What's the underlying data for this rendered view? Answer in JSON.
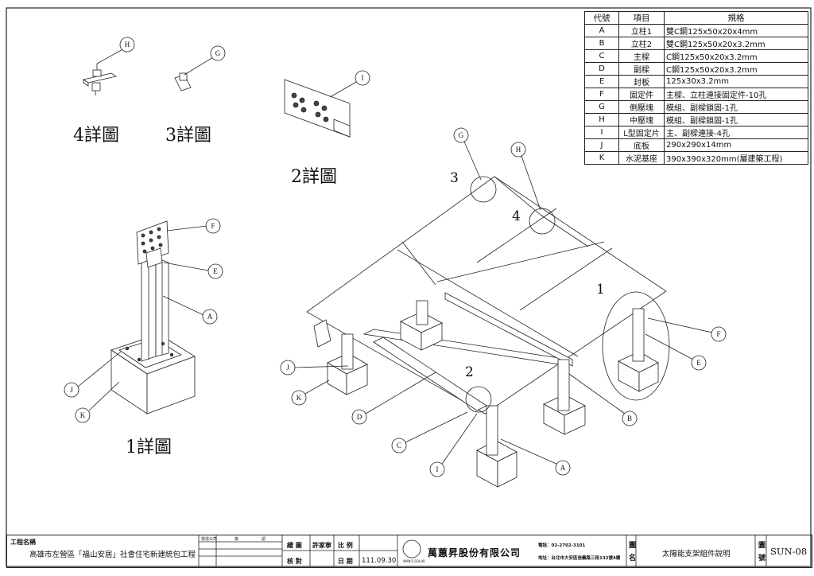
{
  "spec_table": {
    "headers": [
      "代號",
      "項目",
      "規格"
    ],
    "rows": [
      [
        "A",
        "立柱1",
        "雙C鋼125x50x20x4mm"
      ],
      [
        "B",
        "立柱2",
        "雙C鋼125x50x20x3.2mm"
      ],
      [
        "C",
        "主樑",
        "C鋼125x50x20x3.2mm"
      ],
      [
        "D",
        "副樑",
        "C鋼125x50x20x3.2mm"
      ],
      [
        "E",
        "封板",
        "125x30x3.2mm"
      ],
      [
        "F",
        "固定件",
        "主樑、立柱連接固定件-10孔"
      ],
      [
        "G",
        "側壓塊",
        "模組、副樑鎖固-1孔"
      ],
      [
        "H",
        "中壓塊",
        "模組、副樑鎖固-1孔"
      ],
      [
        "I",
        "L型固定片",
        "主、副樑連接-4孔"
      ],
      [
        "J",
        "底板",
        "290x290x14mm"
      ],
      [
        "K",
        "水泥基座",
        "390x390x320mm(屬建築工程)"
      ]
    ]
  },
  "detail_titles": {
    "d4": "4詳圖",
    "d3": "3詳圖",
    "d2": "2詳圖",
    "d1": "1詳圖"
  },
  "callouts": {
    "H": "H",
    "G": "G",
    "I": "I",
    "F": "F",
    "E": "E",
    "A": "A",
    "J": "J",
    "K": "K",
    "D": "D",
    "C": "C",
    "B": "B"
  },
  "detail_numbers": {
    "n1": "1",
    "n2": "2",
    "n3": "3",
    "n4": "4"
  },
  "title_block": {
    "project_label": "工程名稱",
    "project_name": "高雄市左營區「福山安居」社會住宅新建統包工程",
    "company_label": "營造公司",
    "small_label": "簽",
    "small_label2": "認",
    "drawn_label": "繪 圖",
    "drawn_by": "許家寧",
    "checked_label": "核 對",
    "scale_label": "比 例",
    "date_label": "日 期",
    "date": "111.09.30",
    "company_name": "萬蕙昇股份有限公司",
    "logo_text": "WAN'S SOLAR",
    "phone": "電話：02-2702-3101",
    "address": "地址：台北市大安區信義路三段132號4樓",
    "drawing_name_label": "圖名",
    "drawing_name": "太陽能支架組件說明",
    "drawing_no_label": "圖號",
    "drawing_no": "SUN-08"
  }
}
